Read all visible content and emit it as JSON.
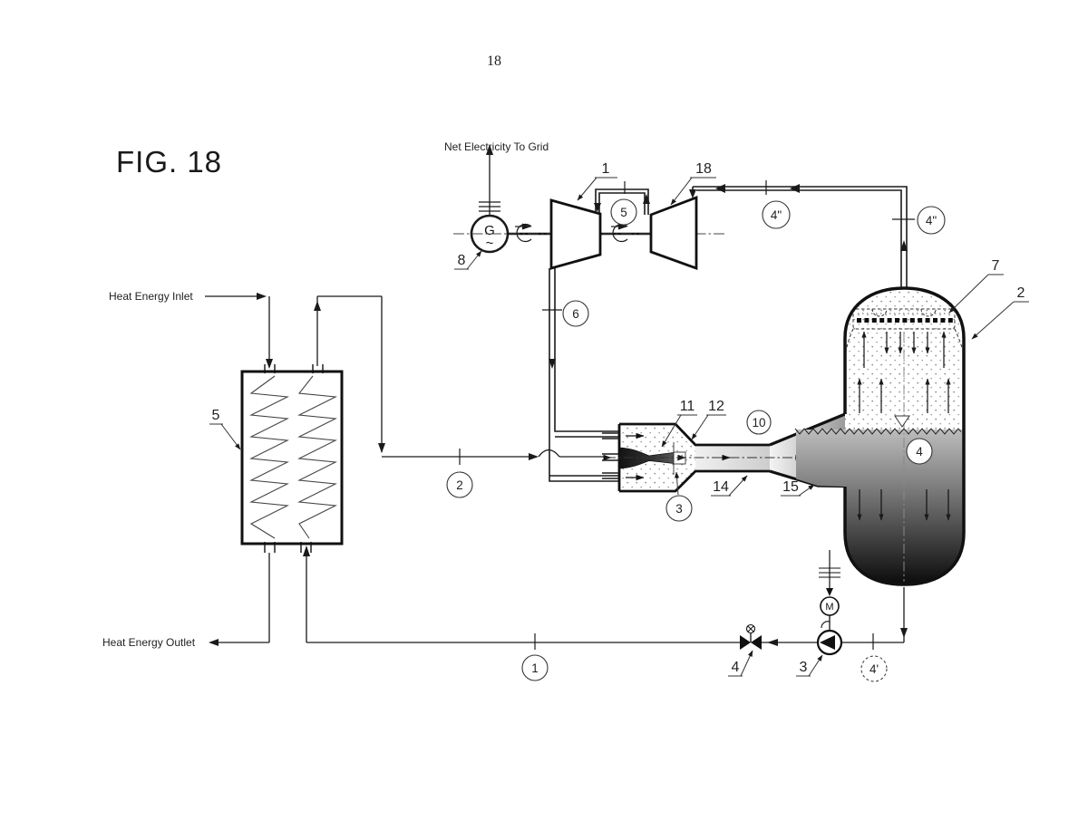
{
  "page": {
    "number": "18",
    "figure_label": "FIG. 18"
  },
  "texts": {
    "net_electricity": "Net Electricity To Grid",
    "heat_inlet": "Heat Energy Inlet",
    "heat_outlet": "Heat Energy Outlet"
  },
  "component_labels": {
    "turbine_first_stage": "1",
    "turbine_second_stage": "18",
    "generator": "8",
    "generator_symbol": "G",
    "generator_ac_symbol": "~",
    "heat_exchanger": "5",
    "spray_distributor": "7",
    "vessel": "2",
    "nozzle": "11",
    "nozzle_outlet": "12",
    "mixing_tube": "14",
    "diffuser": "15",
    "pump": "3",
    "motor_symbol": "M",
    "valve": "4"
  },
  "stream_labels": {
    "s1": "1",
    "s2": "2",
    "s3": "3",
    "s4": "4",
    "s4_prime": "4'",
    "s4_dprime_left": "4\"",
    "s4_dprime_right": "4\"",
    "s5": "5",
    "s6": "6",
    "s10": "10"
  },
  "colors": {
    "line": "#1a1a1a",
    "label": "#222222",
    "liquid_dark": "#0b0b0b"
  }
}
